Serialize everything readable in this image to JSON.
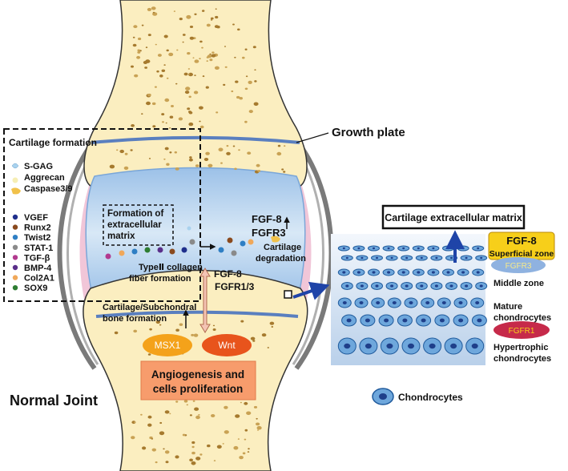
{
  "labels": {
    "growth_plate": "Growth plate",
    "normal_joint": "Normal Joint",
    "cartilage_formation": "Cartilage formation",
    "formation_ecm": [
      "Formation of",
      "extracellular",
      "matrix"
    ],
    "fgf8_top": "FGF-8",
    "fgfr3_top": "FGFR3",
    "cartilage_degradation": [
      "Cartilage",
      "degradation"
    ],
    "type2_collagen": [
      "TypeⅡ collagen",
      "fiber formation"
    ],
    "fgf8_mid": "FGF-8",
    "fgfr13": "FGFR1/3",
    "subchondral": [
      "Cartilage/Subchondral",
      "bone formation"
    ],
    "msx1": "MSX1",
    "wnt": "Wnt",
    "angiogenesis": [
      "Angiogenesis and",
      "cells proliferation"
    ],
    "ecm_box": "Cartilage extracellular matrix",
    "fgf8_zone": "FGF-8",
    "superficial_zone": "Superficial zone",
    "fgfr3_zone": "FGFR3",
    "middle_zone": "Middle zone",
    "mature": [
      "Mature",
      "chondrocytes"
    ],
    "fgfr1_zone": "FGFR1",
    "hypertrophic": [
      "Hypertrophic",
      "chondrocytes"
    ],
    "chondrocytes": "Chondrocytes"
  },
  "legend_top": [
    {
      "label": "S-GAG",
      "color": "#a9d2ee",
      "shape": "drop"
    },
    {
      "label": "Aggrecan",
      "color": "#f6eeb4",
      "shape": "dot"
    },
    {
      "label": "Caspase3/9",
      "color": "#f1c14a",
      "shape": "blob"
    }
  ],
  "legend_factors": [
    {
      "label": "VGEF",
      "color": "#1f2f8c"
    },
    {
      "label": "Runx2",
      "color": "#8a4a1e"
    },
    {
      "label": "Twist2",
      "color": "#2f7fc4"
    },
    {
      "label": "STAT-1",
      "color": "#8a8a8a"
    },
    {
      "label": "TGF-β",
      "color": "#b23a8f"
    },
    {
      "label": "BMP-4",
      "color": "#5a2f8a"
    },
    {
      "label": "Col2A1",
      "color": "#f0a85a"
    },
    {
      "label": "SOX9",
      "color": "#2e7d32"
    }
  ],
  "colors": {
    "bone": "#fbeec0",
    "cartilage": "#b7d3ee",
    "outline": "#333333",
    "capsule": "#7a7a7a",
    "arrow_blue": "#1f44a8",
    "fgf8_zone_fill": "#f7cf1a",
    "fgfr3_fill": "#8fb2e0",
    "fgfr1_fill": "#c62a4a",
    "msx1_fill": "#f4a21a",
    "wnt_fill": "#e8541c",
    "angio_fill": "#f79c6c"
  }
}
